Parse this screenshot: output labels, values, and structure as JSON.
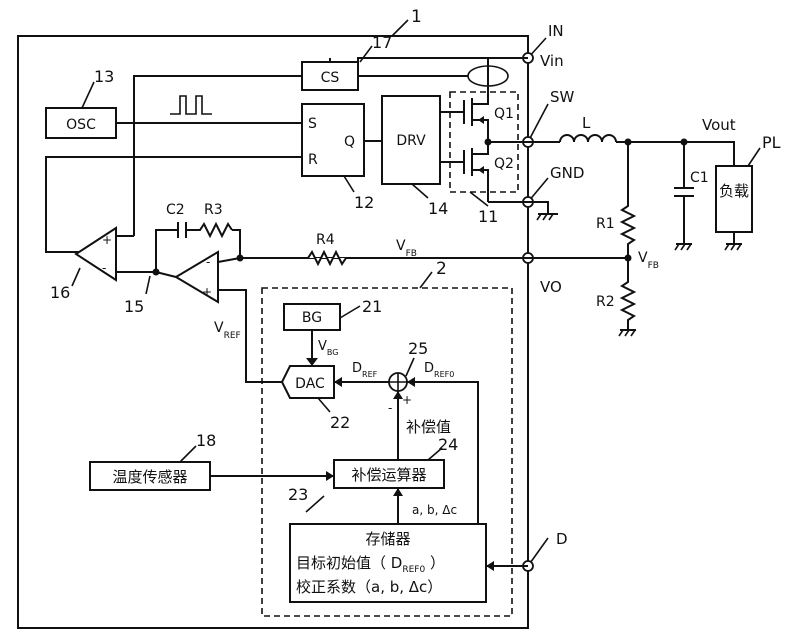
{
  "labels": {
    "chip_ref": "1",
    "pin_in": "IN",
    "pin_vin": "Vin",
    "pin_sw": "SW",
    "pin_gnd": "GND",
    "pin_vo": "VO",
    "pin_d": "D",
    "inductor": "L",
    "vout": "Vout",
    "load_ref": "PL",
    "load": "负载",
    "c1": "C1",
    "r1": "R1",
    "r2": "R2",
    "r3": "R3",
    "r4": "R4",
    "c2": "C2",
    "vfb_main": "V",
    "vfb_main_sub": "FB",
    "vfb_right": "V",
    "vfb_right_sub": "FB",
    "vref": "V",
    "vref_sub": "REF",
    "vbg": "V",
    "vbg_sub": "BG",
    "dref": "D",
    "dref_sub": "REF",
    "dref0": "D",
    "dref0_sub": "REF0",
    "osc": "OSC",
    "osc_ref": "13",
    "cs": "CS",
    "cs_ref": "17",
    "sr_s": "S",
    "sr_r": "R",
    "sr_q": "Q",
    "sr_ref": "12",
    "drv": "DRV",
    "drv_ref": "14",
    "q1": "Q1",
    "q2": "Q2",
    "switch_ref": "11",
    "comp_ref": "16",
    "ea_ref": "15",
    "block2_ref": "2",
    "bg": "BG",
    "bg_ref": "21",
    "dac": "DAC",
    "dac_ref": "22",
    "sum_ref": "25",
    "minus": "-",
    "plus": "+",
    "comp_value": "补偿值",
    "comp_calc": "补偿运算器",
    "comp_calc_ref": "24",
    "abc": "a, b, Δc",
    "temp_sensor": "温度传感器",
    "temp_ref": "18",
    "mem_ref": "23",
    "mem_line1": "存储器",
    "mem_line2": "目标初始值（ D",
    "mem_line2_sub": "REF0",
    "mem_line2_end": " ）",
    "mem_line3": "校正系数（a, b, Δc）"
  }
}
